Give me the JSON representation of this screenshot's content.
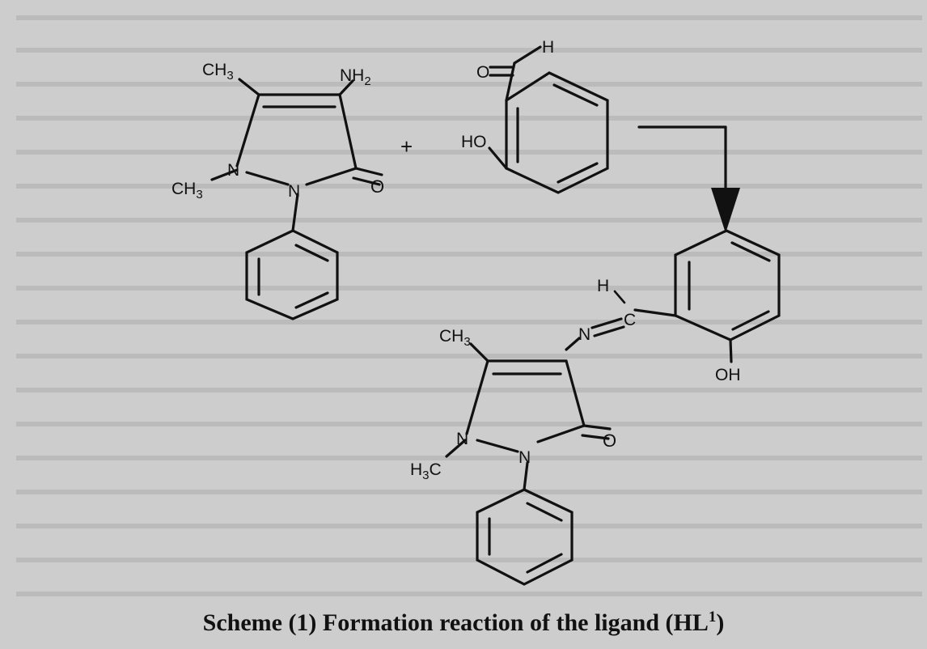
{
  "scheme": {
    "caption_prefix": "Scheme (1) Formation reaction of the ligand (HL",
    "caption_sup": "1",
    "caption_suffix": ")"
  },
  "reactant1": {
    "methyl_top": "CH3",
    "amino": "NH2",
    "n1": "N",
    "n2": "N",
    "methyl_n": "CH3",
    "oxygen": "O"
  },
  "reactant2": {
    "aldehyde_o": "O",
    "aldehyde_h": "H",
    "hydroxyl": "HO"
  },
  "plus": "+",
  "product": {
    "imine_h": "H",
    "imine_c": "C",
    "imine_n": "N",
    "hydroxyl": "OH",
    "methyl_top": "CH3",
    "n1": "N",
    "n2": "N",
    "methyl_n": "H3C",
    "oxygen": "O"
  }
}
